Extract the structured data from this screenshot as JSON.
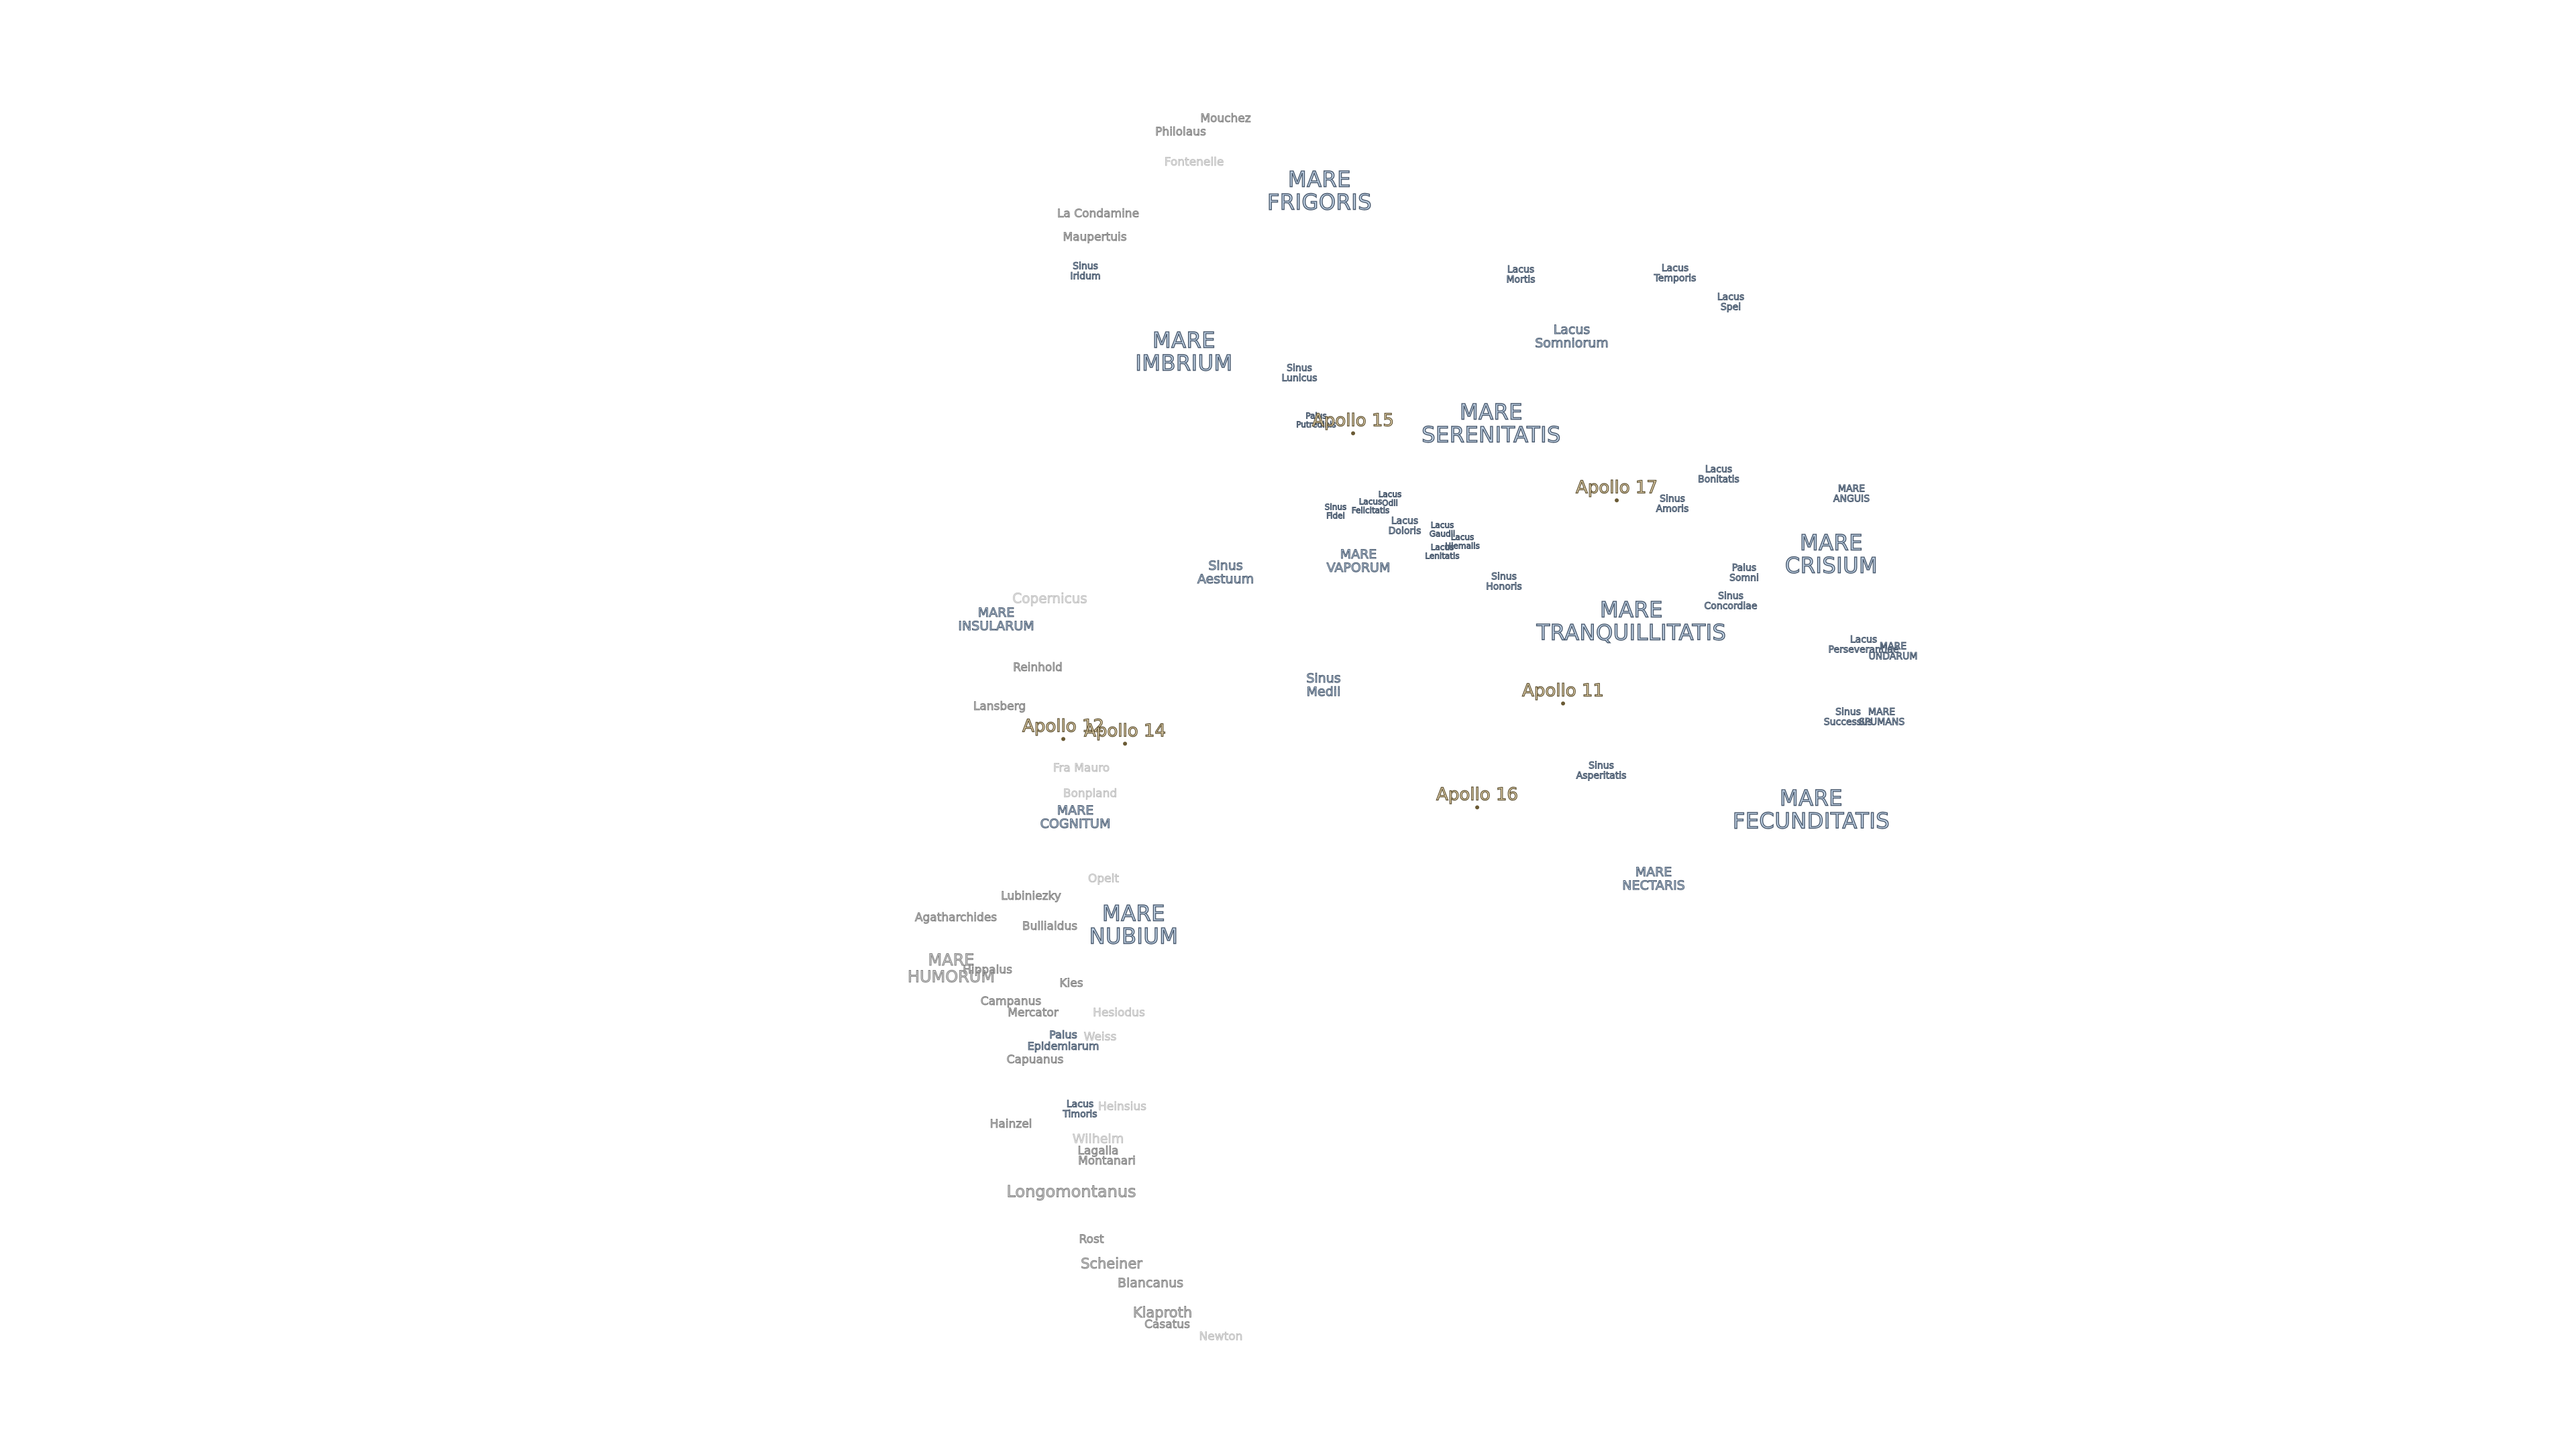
{
  "maria": {
    "frigoris": "MARE\nFRIGORIS",
    "imbrium": "MARE\nIMBRIUM",
    "serenitatis": "MARE\nSERENITATIS",
    "vaporum": "MARE\nVAPORUM",
    "tranquillitatis": "MARE\nTRANQUILLITATIS",
    "crisium": "MARE\nCRISIUM",
    "anguis": "MARE\nANGUIS",
    "undarum": "MARE\nUNDARUM",
    "spumans": "MARE\nSPUMANS",
    "fecunditatis": "MARE\nFECUNDITATIS",
    "nectaris": "MARE\nNECTARIS",
    "insularum": "MARE\nINSULARUM",
    "cognitum": "MARE\nCOGNITUM",
    "nubium": "MARE\nNUBIUM",
    "humorum": "MARE\nHUMORUM"
  },
  "features": {
    "sinus_iridum": "Sinus\nIridum",
    "sinus_lunicus": "Sinus\nLunicus",
    "palus_putredinis": "Palus\nPutredinis",
    "lacus_mortis": "Lacus\nMortis",
    "lacus_temporis": "Lacus\nTemporis",
    "lacus_spei": "Lacus\nSpei",
    "lacus_somniorum": "Lacus\nSomniorum",
    "lacus_bonitatis": "Lacus\nBonitatis",
    "sinus_amoris": "Sinus\nAmoris",
    "sinus_fidei": "Sinus\nFidei",
    "lacus_felicitatis": "Lacus\nFelicitatis",
    "lacus_odii": "Lacus\nOdii",
    "lacus_doloris": "Lacus\nDoloris",
    "lacus_gaudii": "Lacus\nGaudii",
    "lacus_hiemalis": "Lacus\nHiemalis",
    "lacus_lenitatis": "Lacus\nLenitatis",
    "sinus_honoris": "Sinus\nHonoris",
    "palus_somni": "Palus\nSomni",
    "sinus_concordiae": "Sinus\nConcordiae",
    "sinus_aestuum": "Sinus\nAestuum",
    "sinus_medii": "Sinus\nMedii",
    "lacus_perseverantiae": "Lacus\nPerseverantiae",
    "sinus_successus": "Sinus\nSuccessus",
    "sinus_asperitatis": "Sinus\nAsperitatis",
    "palus_epidemiarum": "Palus\nEpidemiarum",
    "lacus_timoris": "Lacus\nTimoris"
  },
  "apollo": {
    "a11": "Apollo 11",
    "a12": "Apollo 12",
    "a14": "Apollo 14",
    "a15": "Apollo 15",
    "a16": "Apollo 16",
    "a17": "Apollo 17"
  },
  "craters": {
    "mouchez": "Mouchez",
    "philolaus": "Philolaus",
    "fontenelle": "Fontenelle",
    "la_condamine": "La Condamine",
    "maupertuis": "Maupertuis",
    "copernicus": "Copernicus",
    "reinhold": "Reinhold",
    "lansberg": "Lansberg",
    "fra_mauro": "Fra Mauro",
    "bonpland": "Bonpland",
    "opelt": "Opelt",
    "lubiniezky": "Lubiniezky",
    "agatharchides": "Agatharchides",
    "bullialdus": "Bullialdus",
    "hippalus": "Hippalus",
    "kies": "Kies",
    "campanus": "Campanus",
    "mercator": "Mercator",
    "hesiodus": "Hesiodus",
    "weiss": "Weiss",
    "capuanus": "Capuanus",
    "heinsius": "Heinsius",
    "hainzel": "Hainzel",
    "wilhelm": "Wilhelm",
    "lagalla": "Lagalla",
    "montanari": "Montanari",
    "longomontanus": "Longomontanus",
    "rost": "Rost",
    "scheiner": "Scheiner",
    "blancanus": "Blancanus",
    "klaproth": "Klaproth",
    "casatus": "Casatus",
    "newton": "Newton"
  }
}
